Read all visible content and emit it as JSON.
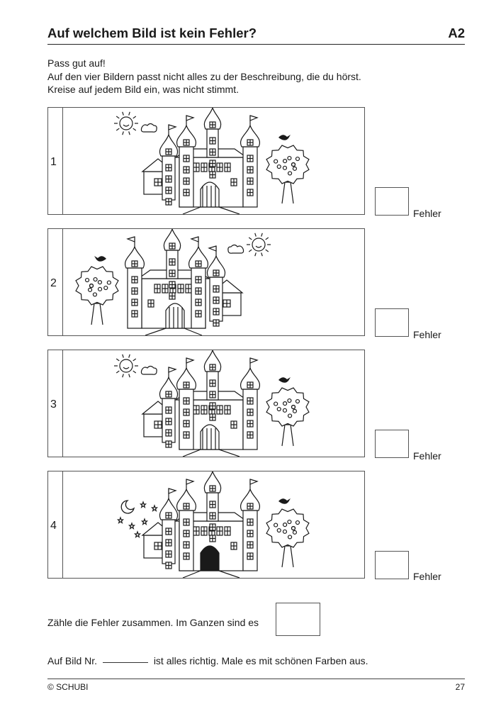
{
  "header": {
    "title": "Auf welchem Bild ist kein Fehler?",
    "code": "A2"
  },
  "instructions": [
    "Pass gut auf!",
    "Auf den vier Bildern passt nicht alles zu der Beschreibung, die du hörst.",
    "Kreise auf jedem Bild ein, was nicht stimmt."
  ],
  "panels": [
    {
      "number": "1",
      "answer_label": "Fehler",
      "sky": "sun",
      "tree_side": "right"
    },
    {
      "number": "2",
      "answer_label": "Fehler",
      "sky": "sun",
      "tree_side": "left"
    },
    {
      "number": "3",
      "answer_label": "Fehler",
      "sky": "sun",
      "tree_side": "right"
    },
    {
      "number": "4",
      "answer_label": "Fehler",
      "sky": "moon-and-stars",
      "tree_side": "right"
    }
  ],
  "summary": {
    "count_text": "Zähle die Fehler zusammen. Im Ganzen sind es",
    "line_prefix": "Auf Bild Nr.",
    "line_suffix": "ist alles richtig. Male es mit schönen Farben aus."
  },
  "footer": {
    "publisher": "© SCHUBI",
    "page": "27"
  }
}
